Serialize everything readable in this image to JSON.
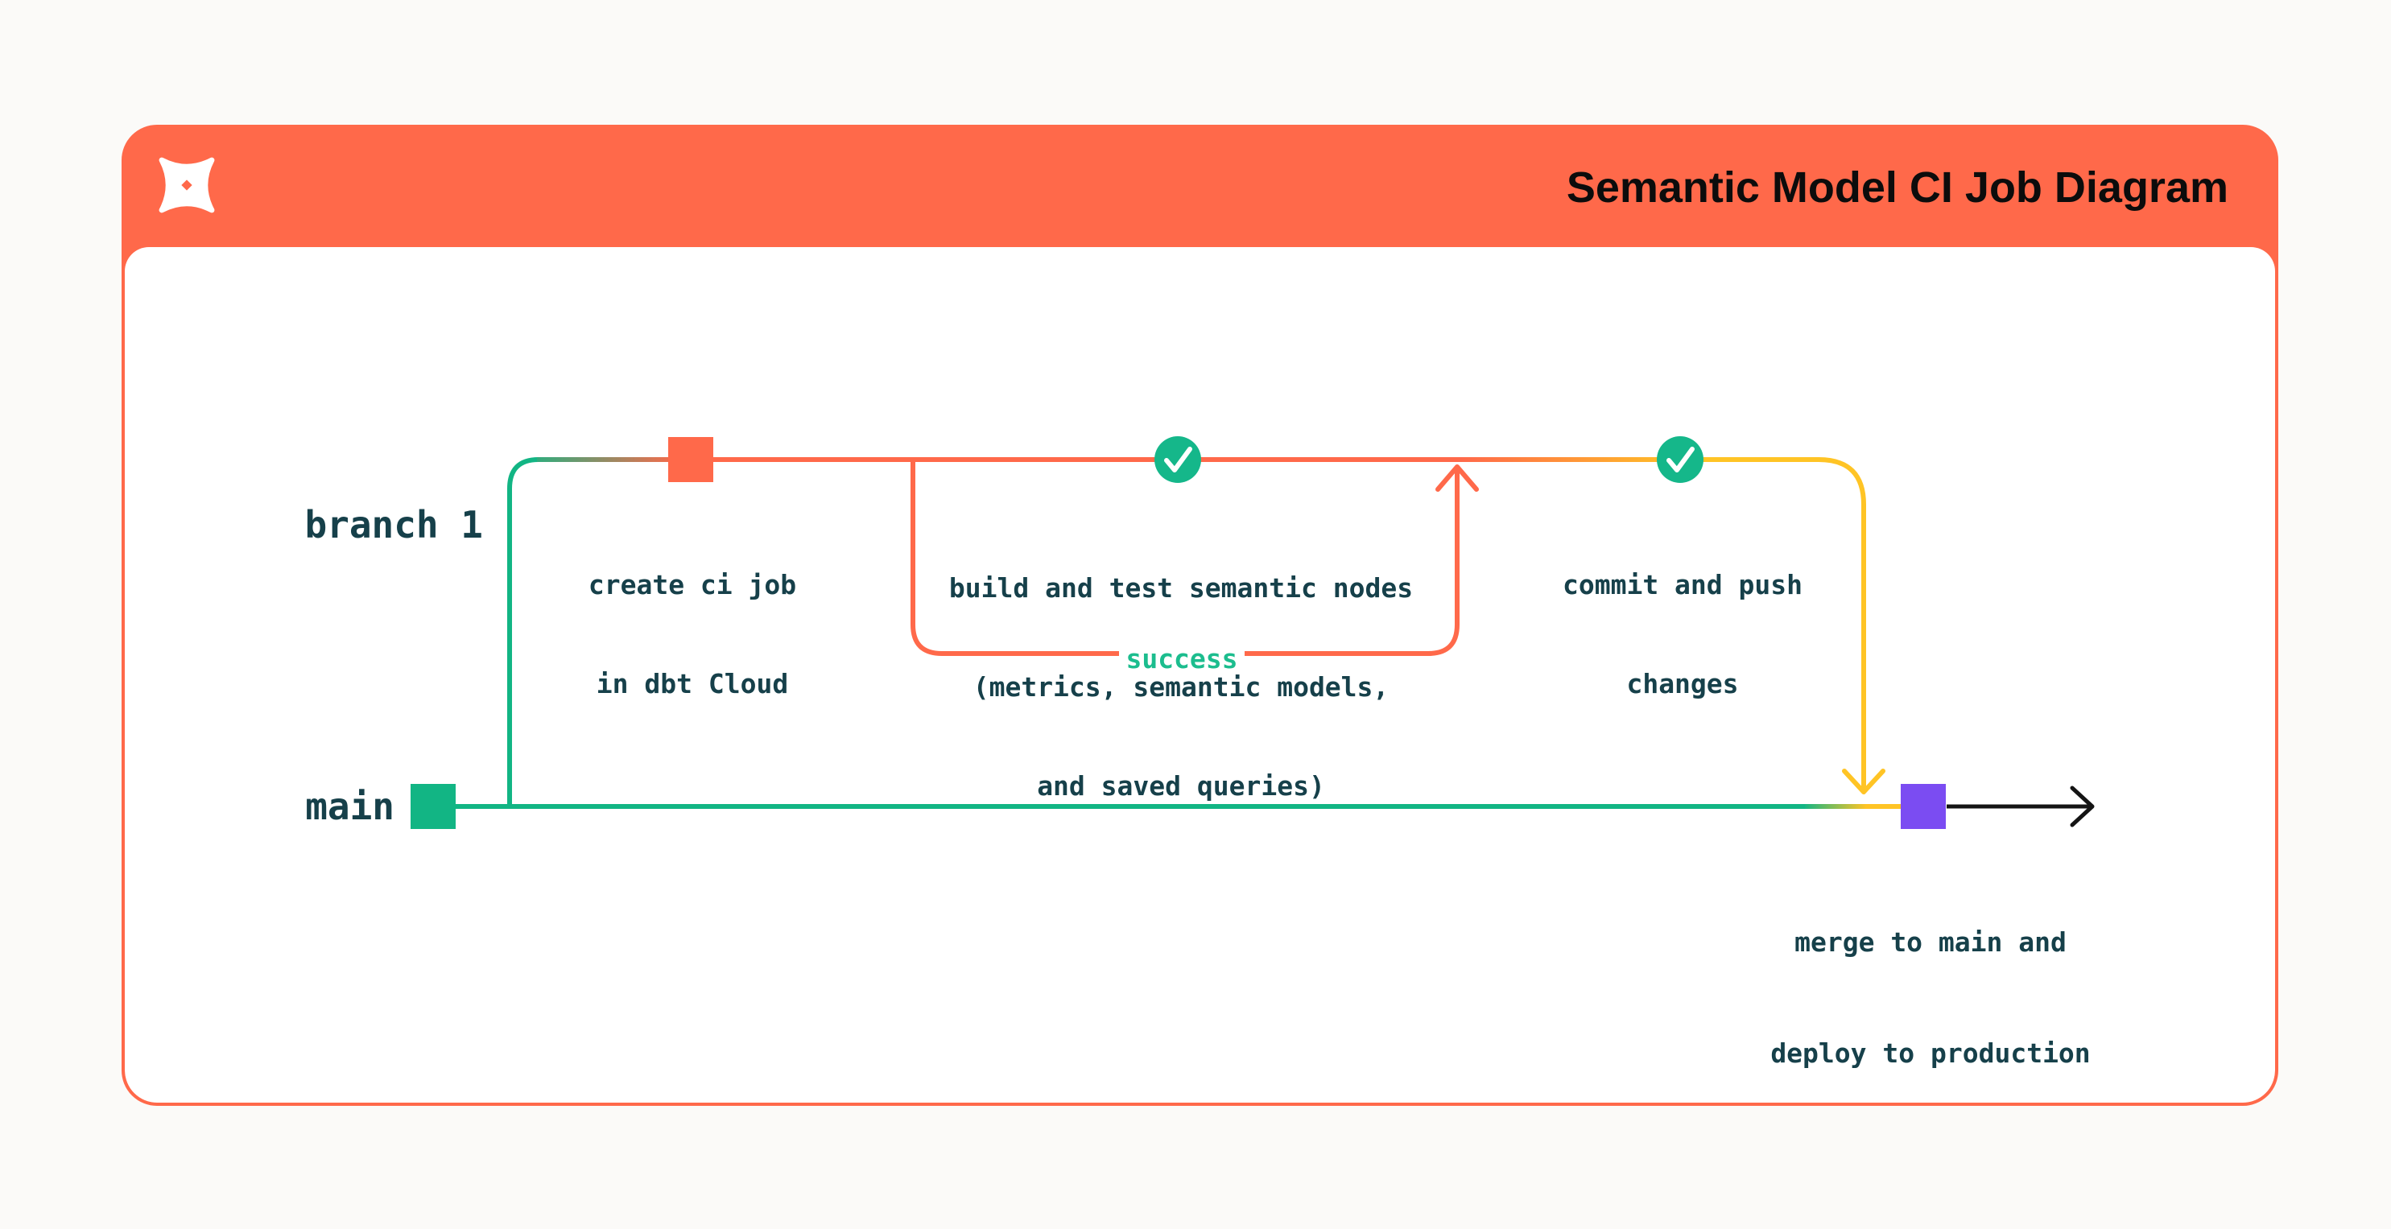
{
  "header": {
    "title": "Semantic Model CI Job Diagram",
    "logo_icon": "dbt-logo"
  },
  "lanes": {
    "branch_label": "branch 1",
    "main_label": "main"
  },
  "nodes": {
    "create": {
      "line1": "create ci job",
      "line2": "in dbt Cloud",
      "marker": "orange-commit-square"
    },
    "build": {
      "line1": "build and test semantic nodes",
      "line2": "(metrics, semantic models,",
      "line3": "and saved queries)",
      "marker": "green-check-circle"
    },
    "commit": {
      "line1": "commit and push",
      "line2": "changes",
      "marker": "green-check-circle"
    },
    "merge": {
      "line1": "merge to main and",
      "line2": "deploy to production",
      "marker": "purple-commit-square"
    }
  },
  "loop": {
    "label": "success"
  },
  "colors": {
    "orange": "#FF694A",
    "green": "#12B584",
    "check_circle_green": "#15B78A",
    "success_green": "#1CBD8E",
    "yellow": "#FFC425",
    "purple": "#7B4CF2",
    "ink": "#16404A",
    "title_black": "#0c0c0c",
    "arrow_black": "#141414",
    "card_background": "#FFFFFF",
    "page_background": "#FBFAF8"
  }
}
